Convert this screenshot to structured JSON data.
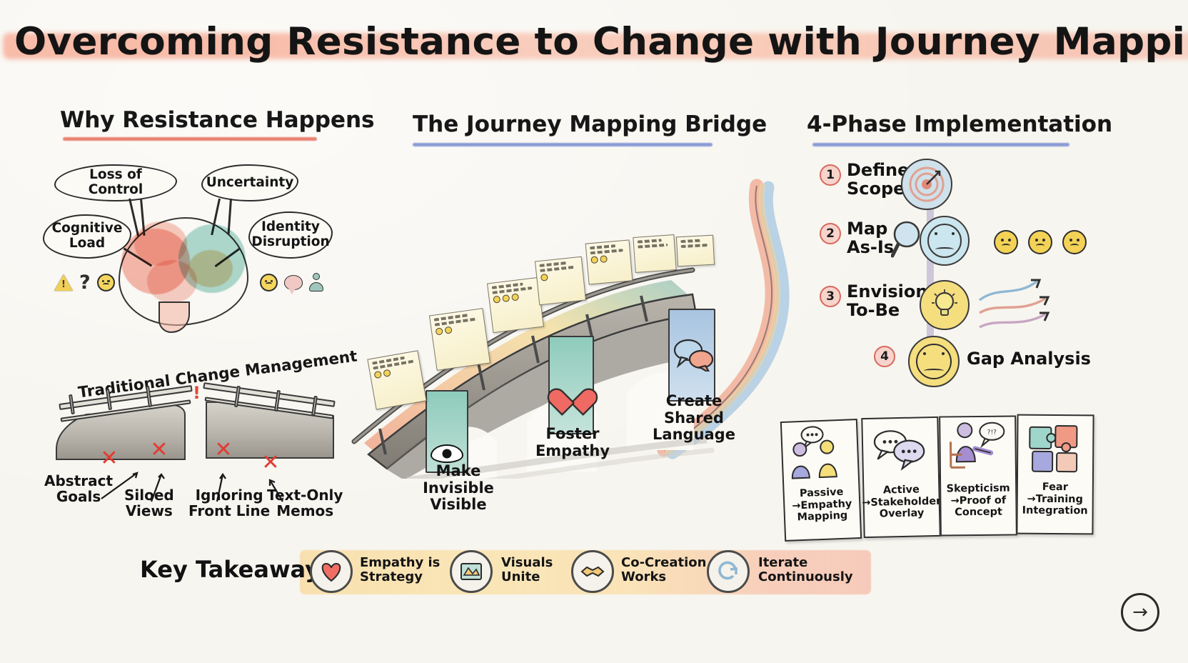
{
  "page": {
    "title": "Overcoming Resistance to Change with Journey Mapping",
    "background_color": "#f7f5ef",
    "title_highlight_color": "#f7a98e"
  },
  "columns": {
    "left": {
      "heading": "Why Resistance Happens",
      "rule_color": "#e8816f",
      "brain": {
        "label": "brain-illustration",
        "bubbles": [
          {
            "text": "Loss of Control"
          },
          {
            "text": "Uncertainty"
          },
          {
            "text": "Cognitive\nLoad",
            "line1": "Cognitive",
            "line2": "Load"
          },
          {
            "text": "Identity\nDisruption",
            "line1": "Identity",
            "line2": "Disruption"
          }
        ],
        "left_icons": [
          "warning-triangle-icon",
          "question-mark-icon",
          "confused-face-icon"
        ],
        "right_icons": [
          "skeptical-face-icon",
          "speech-bubble-icon",
          "person-icon"
        ]
      },
      "broken_bridge": {
        "label": "Traditional Change Management",
        "failure_marks": 4,
        "mark_color": "#e23c32",
        "captions": [
          {
            "line1": "Abstract",
            "line2": "Goals"
          },
          {
            "line1": "Siloed",
            "line2": "Views"
          },
          {
            "line1": "Ignoring",
            "line2": "Front Line"
          },
          {
            "line1": "Text-Only",
            "line2": "Memos"
          }
        ]
      }
    },
    "center": {
      "heading": "The Journey Mapping Bridge",
      "rule_color": "#8a9bd6",
      "pillars": [
        {
          "icon": "eye-icon",
          "line1": "Make",
          "line2": "Invisible",
          "line3": "Visible",
          "color": "#8ecbbb"
        },
        {
          "icon": "heart-icon",
          "line1": "Foster",
          "line2": "Empathy",
          "line3": "",
          "color": "#8ecbbb"
        },
        {
          "icon": "speech-bubbles-icon",
          "line1": "Create",
          "line2": "Shared",
          "line3": "Language",
          "color": "#a8c4e0"
        }
      ],
      "sticky_notes_count": 7,
      "sticky_note_color": "#f7efc9"
    },
    "right": {
      "heading": "4-Phase Implementation",
      "rule_color": "#8a9bd6",
      "phases": [
        {
          "number": "1",
          "line1": "Define",
          "line2": "Scope",
          "icon": "target-gear-icon",
          "gear_color": "#e0a193"
        },
        {
          "number": "2",
          "line1": "Map",
          "line2": "As-Is",
          "icon": "magnifier-gear-icon",
          "gear_color": "#b3a9cc"
        },
        {
          "number": "3",
          "line1": "Envision",
          "line2": "To-Be",
          "icon": "lightbulb-gear-icon",
          "gear_color": "#d08c6f"
        },
        {
          "number": "4",
          "line1": "Gap Analysis",
          "line2": "",
          "icon": "worried-face-gear-icon",
          "gear_color": "#d08c6f"
        }
      ],
      "phase4_label": "Gap Analysis",
      "mood_faces": [
        "sad-face-icon",
        "sad-face-icon",
        "sad-face-icon"
      ],
      "resistance_cards": [
        {
          "icon": "two-people-icon",
          "line1": "Passive",
          "line2": "→Empathy",
          "line3": "Mapping"
        },
        {
          "icon": "two-speech-bubbles-icon",
          "line1": "Active",
          "line2": "→Stakeholder",
          "line3": "Overlay"
        },
        {
          "icon": "seated-person-icon",
          "line1": "Skepticism",
          "line2": "→Proof of",
          "line3": "Concept"
        },
        {
          "icon": "puzzle-pieces-icon",
          "line1": "Fear",
          "line2": "→Training",
          "line3": "Integration"
        }
      ]
    }
  },
  "key_takeaways": {
    "label": "Key Takeaways",
    "bar_color": "#f9dba1",
    "items": [
      {
        "icon": "heart-badge-icon",
        "line1": "Empathy is",
        "line2": "Strategy",
        "badge_color": "#9aa8c9"
      },
      {
        "icon": "visual-badge-icon",
        "line1": "Visuals",
        "line2": "Unite",
        "badge_color": "#e8a45e"
      },
      {
        "icon": "handshake-badge-icon",
        "line1": "Co-Creation",
        "line2": "Works",
        "badge_color": "#9aa8c9"
      },
      {
        "icon": "refresh-badge-icon",
        "line1": "Iterate",
        "line2": "Continuously",
        "badge_color": "#b79ed0"
      }
    ]
  },
  "footer": {
    "next_icon": "circular-arrow-icon"
  }
}
